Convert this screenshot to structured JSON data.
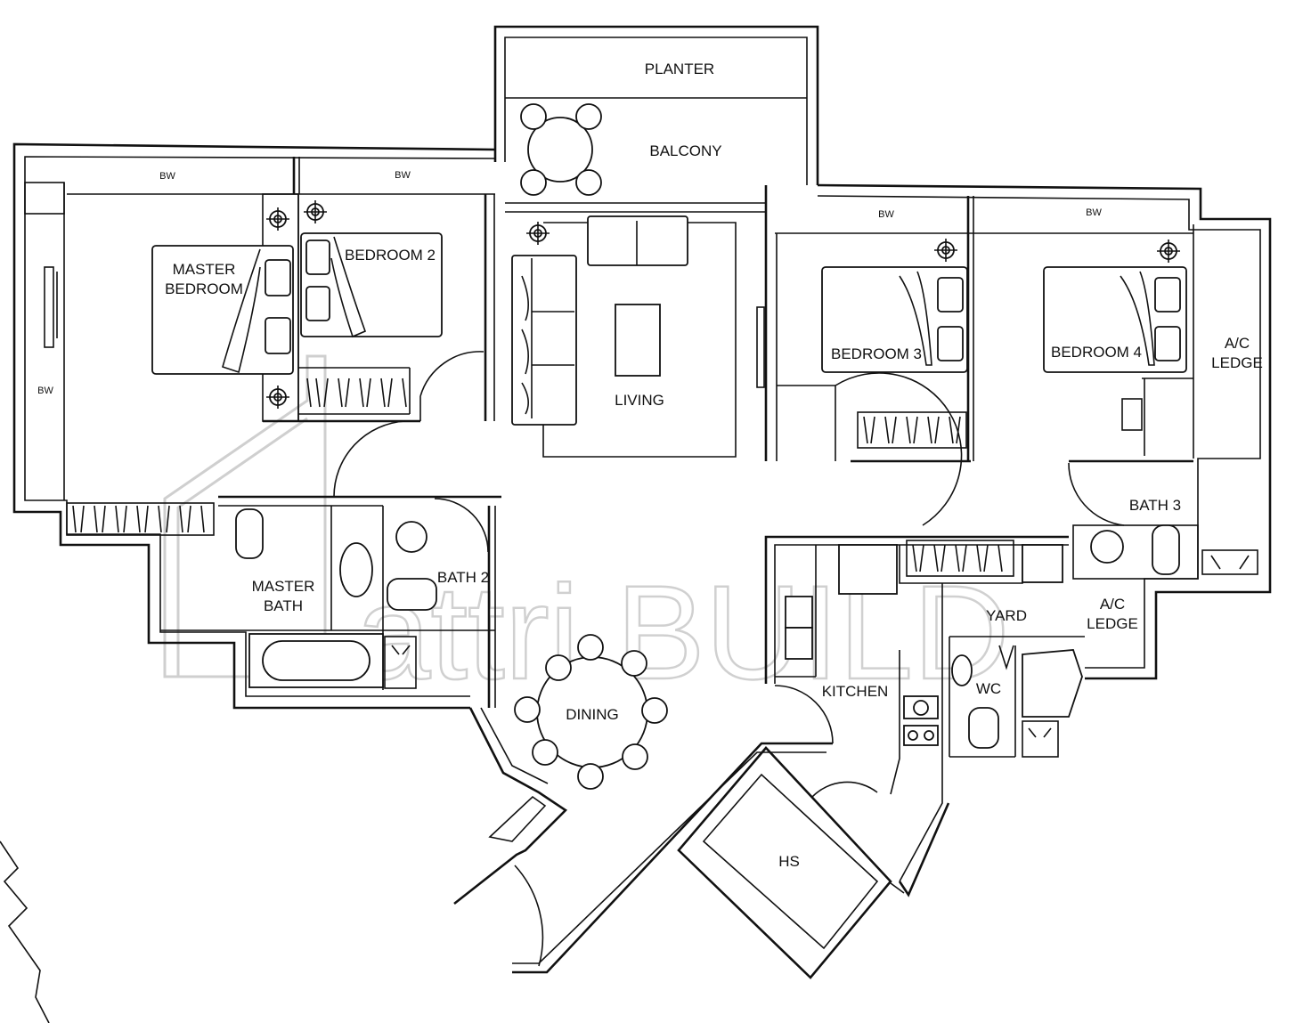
{
  "rooms": {
    "planter": "PLANTER",
    "balcony": "BALCONY",
    "master_bedroom_line1": "MASTER",
    "master_bedroom_line2": "BEDROOM",
    "bedroom2": "BEDROOM 2",
    "living": "LIVING",
    "bedroom3": "BEDROOM 3",
    "bedroom4": "BEDROOM 4",
    "ac_ledge_top_line1": "A/C",
    "ac_ledge_top_line2": "LEDGE",
    "bath3": "BATH 3",
    "master_bath_line1": "MASTER",
    "master_bath_line2": "BATH",
    "bath2": "BATH 2",
    "yard": "YARD",
    "ac_ledge_bottom_line1": "A/C",
    "ac_ledge_bottom_line2": "LEDGE",
    "wc": "WC",
    "kitchen": "KITCHEN",
    "dining": "DINING",
    "hs": "HS"
  },
  "wardrobe_labels": {
    "bw_master": "BW",
    "bw_bedroom2": "BW",
    "bw_bedroom3": "BW",
    "bw_bedroom4": "BW",
    "bw_left": "BW"
  },
  "watermark": "attri.BUILD"
}
